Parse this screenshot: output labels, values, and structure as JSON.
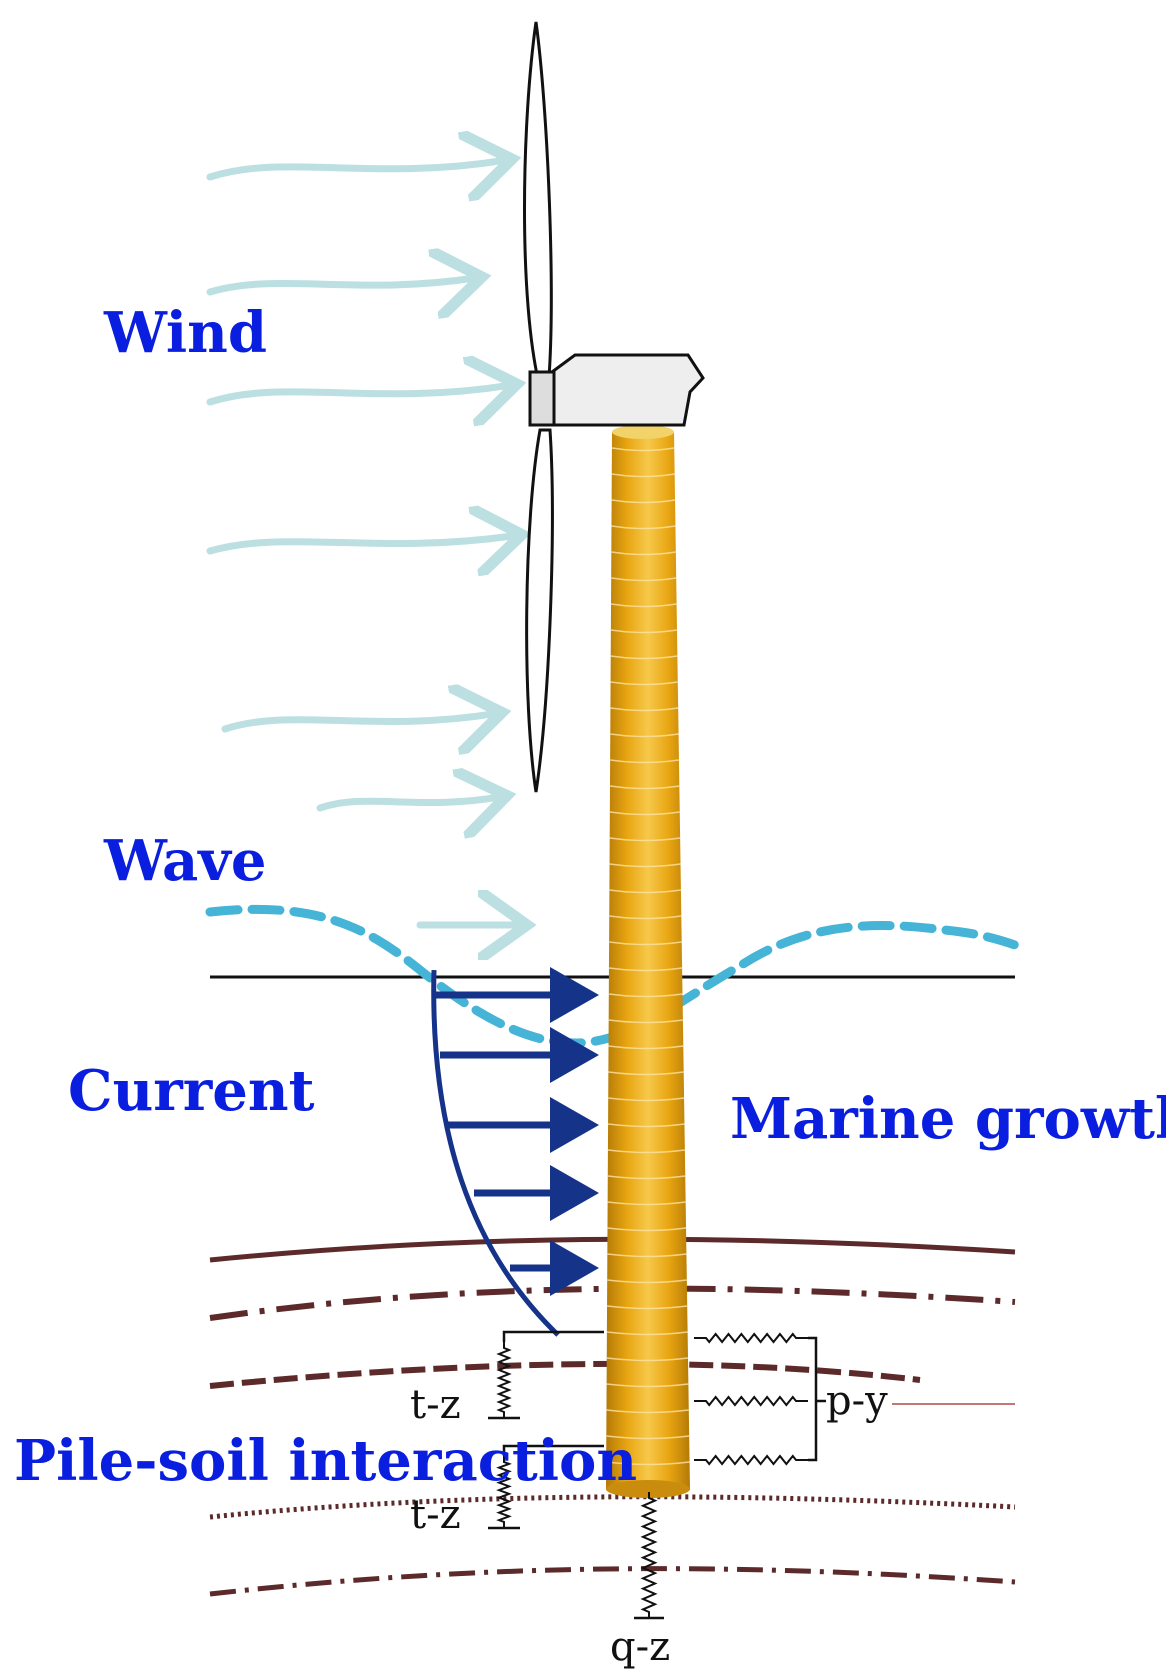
{
  "labels": {
    "wind": "Wind",
    "wave": "Wave",
    "current": "Current",
    "marine_growth": "Marine growth",
    "pile_soil": "Pile-soil interaction"
  },
  "springs": {
    "tz_upper": "t-z",
    "tz_lower": "t-z",
    "py": "p-y",
    "qz": "q-z"
  },
  "colors": {
    "label_blue": "#0a1ee0",
    "wind_arrow": "#bcdfe2",
    "wave_dash": "#46b4d6",
    "current_arrow": "#16338a",
    "tower_main": "#e8a512",
    "tower_dark": "#b47a06",
    "tower_light": "#f7c84a",
    "soil_line": "#5c2a2a",
    "nacelle_fill": "#eeeeee",
    "ink": "#111111"
  }
}
